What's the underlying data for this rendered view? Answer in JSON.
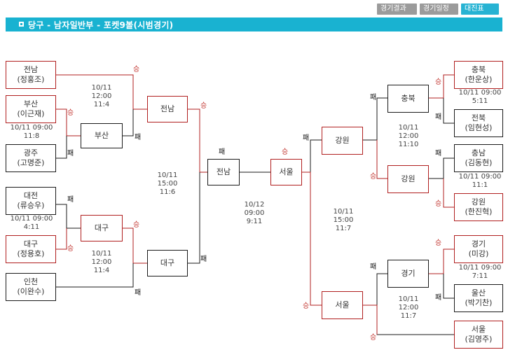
{
  "top_buttons": [
    {
      "label": "경기결과",
      "active": false
    },
    {
      "label": "경기일정",
      "active": false
    },
    {
      "label": "대진표",
      "active": true
    }
  ],
  "title": "당구 - 남자일반부 - 포켓9볼(시범경기)",
  "colors": {
    "accent": "#19b2d1",
    "win_line": "#b11f1f",
    "lose_line": "#1a1a1a"
  },
  "results": {
    "win": "승",
    "lose": "패"
  },
  "players": {
    "p1": {
      "region": "전남",
      "name": "(정홍조)"
    },
    "p2": {
      "region": "부산",
      "name": "(이근재)"
    },
    "p3": {
      "region": "광주",
      "name": "(고명준)"
    },
    "p4": {
      "region": "대전",
      "name": "(류승우)"
    },
    "p5": {
      "region": "대구",
      "name": "(정용호)"
    },
    "p6": {
      "region": "인천",
      "name": "(이완수)"
    },
    "p7": {
      "region": "충북",
      "name": "(한운상)"
    },
    "p8": {
      "region": "전북",
      "name": "(임현성)"
    },
    "p9": {
      "region": "충남",
      "name": "(김동현)"
    },
    "p10": {
      "region": "강원",
      "name": "(한진혁)"
    },
    "p11": {
      "region": "경기",
      "name": "(미강)"
    },
    "p12": {
      "region": "울산",
      "name": "(박기찬)"
    },
    "p13": {
      "region": "서울",
      "name": "(김영주)"
    }
  },
  "advanced": {
    "w1": "부산",
    "w2": "대구",
    "w3": "전남",
    "w4": "대구",
    "w5": "전남",
    "w6": "서울",
    "w7": "충북",
    "w8": "강원",
    "w9": "강원",
    "w10": "경기",
    "w11": "서울"
  },
  "matches": {
    "m1": {
      "date": "10/11",
      "time": "09:00",
      "score": "11:8"
    },
    "m2": {
      "date": "10/11",
      "time": "09:00",
      "score": "4:11"
    },
    "m3": {
      "date": "10/11",
      "time": "12:00",
      "score": "11:4"
    },
    "m4": {
      "date": "10/11",
      "time": "12:00",
      "score": "11:4"
    },
    "m5": {
      "date": "10/11",
      "time": "15:00",
      "score": "11:6"
    },
    "m6": {
      "date": "10/12",
      "time": "09:00",
      "score": "9:11"
    },
    "m7": {
      "date": "10/11",
      "time": "09:00",
      "score": "5:11"
    },
    "m8": {
      "date": "10/11",
      "time": "09:00",
      "score": "11:1"
    },
    "m9": {
      "date": "10/11",
      "time": "09:00",
      "score": "7:11"
    },
    "m10": {
      "date": "10/11",
      "time": "12:00",
      "score": "11:10"
    },
    "m11": {
      "date": "10/11",
      "time": "12:00",
      "score": "11:7"
    },
    "m12": {
      "date": "10/11",
      "time": "15:00",
      "score": "11:7"
    }
  }
}
